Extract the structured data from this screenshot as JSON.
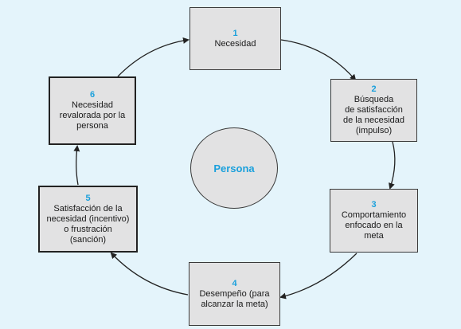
{
  "center": {
    "label": "Persona"
  },
  "steps": [
    {
      "number": "1",
      "label": "Necesidad"
    },
    {
      "number": "2",
      "label": "Búsqueda\nde satisfacción\nde la necesidad\n(impulso)"
    },
    {
      "number": "3",
      "label": "Comportamiento\nenfocado en la\nmeta"
    },
    {
      "number": "4",
      "label": "Desempeño (para\nalcanzar la meta)"
    },
    {
      "number": "5",
      "label": "Satisfacción de la\nnecesidad (incentivo)\no frustración\n(sanción)"
    },
    {
      "number": "6",
      "label": "Necesidad\nrevalorada por la\npersona"
    }
  ],
  "colors": {
    "background": "#e4f4fb",
    "box_fill": "#e2e2e3",
    "number_accent": "#1aa0dc",
    "border": "#222222"
  }
}
